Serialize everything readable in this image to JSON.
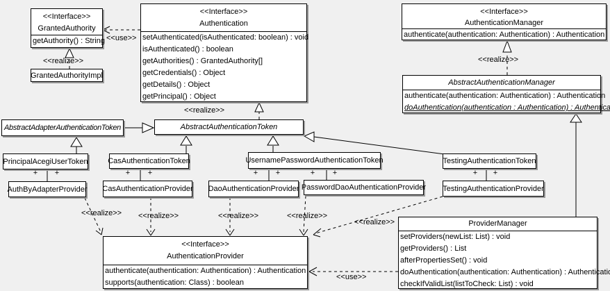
{
  "colors": {
    "background": "#f0f0f0",
    "box_fill": "#ffffff",
    "line": "#000000",
    "shadow": "#9a9a9a"
  },
  "labels": {
    "interface_stereotype": "<<Interface>>",
    "realize": "<<realize>>",
    "use": "<<use>>",
    "plus": "+"
  },
  "boxes": {
    "granted_authority": {
      "name": "GrantedAuthority",
      "methods": [
        "getAuthority() : String"
      ]
    },
    "granted_authority_impl": {
      "name": "GrantedAuthorityImpl"
    },
    "authentication": {
      "name": "Authentication",
      "methods": [
        "setAuthenticated(isAuthenticated: boolean) : void",
        "isAuthenticated() : boolean",
        "getAuthorities() : GrantedAuthority[]",
        "getCredentials() : Object",
        "getDetails() : Object",
        "getPrincipal() : Object"
      ]
    },
    "authentication_manager": {
      "name": "AuthenticationManager",
      "methods": [
        "authenticate(authentication: Authentication) : Authentication"
      ]
    },
    "abstract_authentication_manager": {
      "name": "AbstractAuthenticationManager",
      "methods": [
        "authenticate(authentication: Authentication) : Authentication",
        "doAuthentication(authentication : Authentication) : Authentication"
      ]
    },
    "abstract_adapter_authentication_token": {
      "name": "AbstractAdapterAuthenticationToken"
    },
    "abstract_authentication_token": {
      "name": "AbstractAuthenticationToken"
    },
    "principal_acegi_user_token": {
      "name": "PrincipalAcegiUserToken"
    },
    "cas_authentication_token": {
      "name": "CasAuthenticationToken"
    },
    "username_password_authentication_token": {
      "name": "UsernamePasswordAuthenticationToken"
    },
    "testing_authentication_token": {
      "name": "TestingAuthenticationToken"
    },
    "auth_by_adapter_provider": {
      "name": "AuthByAdapterProvider"
    },
    "cas_authentication_provider": {
      "name": "CasAuthenticationProvider"
    },
    "dao_authentication_provider": {
      "name": "DaoAuthenticationProvider"
    },
    "password_dao_authentication_provider": {
      "name": "PasswordDaoAuthenticationProvider"
    },
    "testing_authentication_provider": {
      "name": "TestingAuthenticationProvider"
    },
    "authentication_provider": {
      "name": "AuthenticationProvider",
      "methods": [
        "authenticate(authentication: Authentication) : Authentication",
        "supports(authentication: Class) : boolean"
      ]
    },
    "provider_manager": {
      "name": "ProviderManager",
      "methods": [
        "setProviders(newList: List) : void",
        "getProviders() : List",
        "afterPropertiesSet() : void",
        "doAuthentication(authentication: Authentication) : Authentication",
        "checkIfValidList(listToCheck: List) : void"
      ]
    }
  }
}
